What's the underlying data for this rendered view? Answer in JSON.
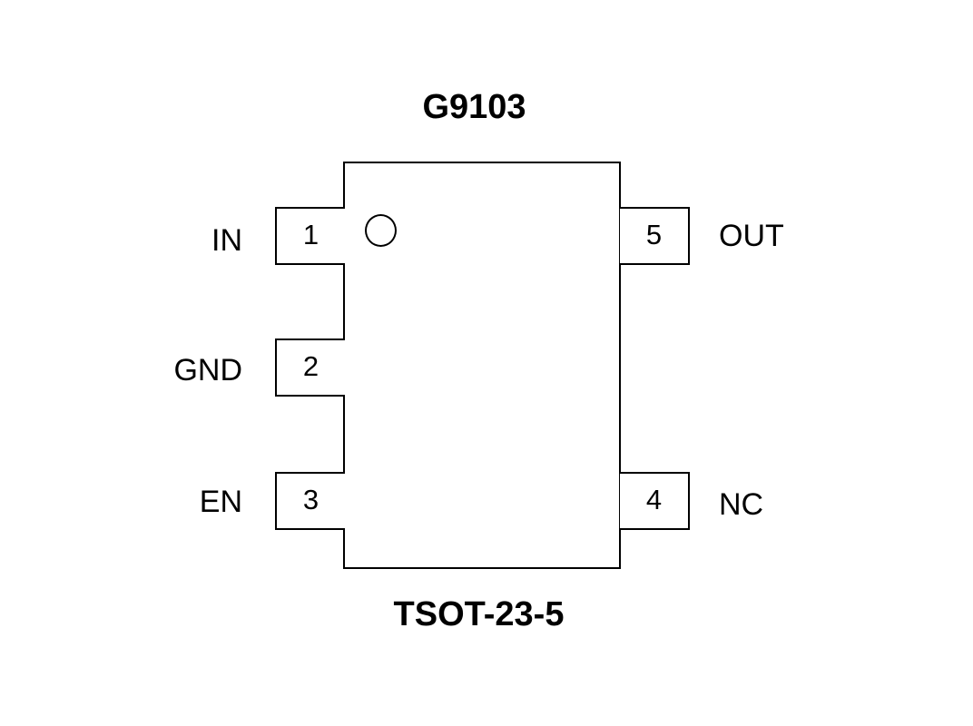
{
  "title": "G9103",
  "package": "TSOT-23-5",
  "pins": [
    {
      "number": "1",
      "name": "IN"
    },
    {
      "number": "2",
      "name": "GND"
    },
    {
      "number": "3",
      "name": "EN"
    },
    {
      "number": "4",
      "name": "NC"
    },
    {
      "number": "5",
      "name": "OUT"
    }
  ]
}
